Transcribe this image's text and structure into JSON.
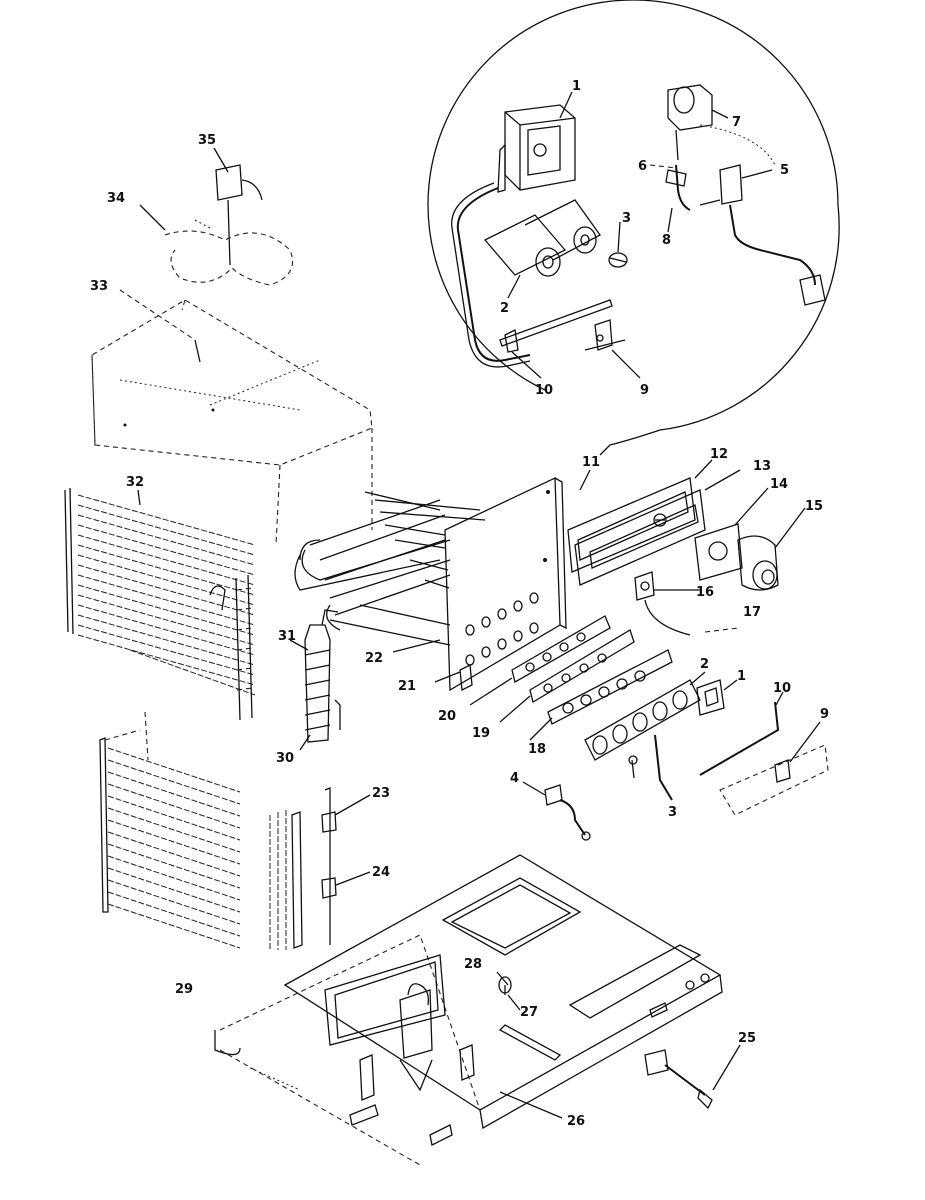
{
  "callouts": [
    {
      "label": "1"
    },
    {
      "label": "2"
    },
    {
      "label": "3"
    },
    {
      "label": "5"
    },
    {
      "label": "6"
    },
    {
      "label": "7"
    },
    {
      "label": "8"
    },
    {
      "label": "9"
    },
    {
      "label": "10"
    },
    {
      "label": "11"
    },
    {
      "label": "12"
    },
    {
      "label": "13"
    },
    {
      "label": "14"
    },
    {
      "label": "15"
    },
    {
      "label": "16"
    },
    {
      "label": "17"
    },
    {
      "label": "1"
    },
    {
      "label": "2"
    },
    {
      "label": "10"
    },
    {
      "label": "9"
    },
    {
      "label": "4"
    },
    {
      "label": "3"
    },
    {
      "label": "18"
    },
    {
      "label": "19"
    },
    {
      "label": "20"
    },
    {
      "label": "21"
    },
    {
      "label": "22"
    },
    {
      "label": "23"
    },
    {
      "label": "24"
    },
    {
      "label": "25"
    },
    {
      "label": "26"
    },
    {
      "label": "27"
    },
    {
      "label": "28"
    },
    {
      "label": "29"
    },
    {
      "label": "30"
    },
    {
      "label": "31"
    },
    {
      "label": "32"
    },
    {
      "label": "33"
    },
    {
      "label": "34"
    },
    {
      "label": "35"
    }
  ]
}
